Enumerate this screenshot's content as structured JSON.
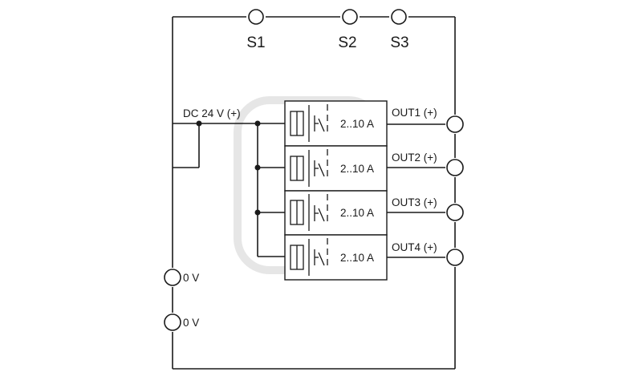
{
  "switch_labels": [
    "S1",
    "S2",
    "S3"
  ],
  "supply_label": "DC 24 V (+)",
  "ground_labels": [
    "0 V",
    "0 V"
  ],
  "channels": [
    {
      "current_label": "2..10 A",
      "output_label": "OUT1 (+)"
    },
    {
      "current_label": "2..10 A",
      "output_label": "OUT2 (+)"
    },
    {
      "current_label": "2..10 A",
      "output_label": "OUT3 (+)"
    },
    {
      "current_label": "2..10 A",
      "output_label": "OUT4 (+)"
    }
  ],
  "colors": {
    "line": "#1a1a1a",
    "background": "#ffffff",
    "watermark": "#e6e6e6"
  }
}
